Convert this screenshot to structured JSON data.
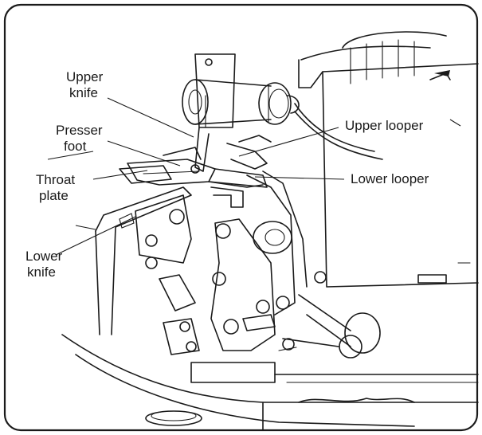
{
  "labels": {
    "upper_knife_line1": "Upper",
    "upper_knife_line2": "knife",
    "presser_foot_line1": "Presser",
    "presser_foot_line2": "foot",
    "throat_plate_line1": "Throat",
    "throat_plate_line2": "plate",
    "lower_knife_line1": "Lower",
    "lower_knife_line2": "knife",
    "upper_looper": "Upper looper",
    "lower_looper": "Lower looper"
  }
}
